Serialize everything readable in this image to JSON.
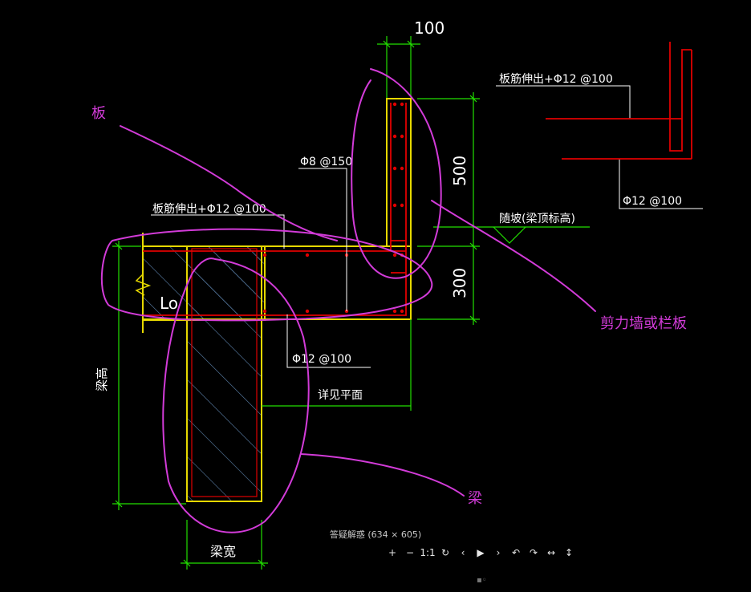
{
  "colors": {
    "background": "#000000",
    "green": "#22e000",
    "yellow": "#e6d800",
    "red": "#e00000",
    "white": "#ffffff",
    "annotation": "#d23bd8",
    "hatch": "#5a7fa8"
  },
  "drawing": {
    "dim_top": "100",
    "dim_500": "500",
    "dim_300": "300",
    "label_phi8": "Φ8 @150",
    "label_slab_rebar_left": "板筋伸出+Φ12 @100",
    "label_slab_rebar_right": "板筋伸出+Φ12 @100",
    "label_phi12_right": "Φ12 @100",
    "label_phi12_bottom": "Φ12 @100",
    "label_elevation": "随坡(梁顶标高)",
    "label_detail": "详见平面",
    "label_lo": "Lo",
    "label_beam_height": "梁高",
    "label_beam_width": "梁宽"
  },
  "annotations": {
    "slab": "板",
    "wall": "剪力墙或栏板",
    "beam": "梁"
  },
  "viewer": {
    "caption": "答疑解惑 (634 × 605)",
    "toolbar": [
      {
        "name": "zoom-in",
        "glyph": "+"
      },
      {
        "name": "zoom-out",
        "glyph": "−"
      },
      {
        "name": "actual-size",
        "glyph": "1:1"
      },
      {
        "name": "reset",
        "glyph": "↻"
      },
      {
        "name": "prev",
        "glyph": "‹"
      },
      {
        "name": "play",
        "glyph": "▶"
      },
      {
        "name": "next",
        "glyph": "›"
      },
      {
        "name": "rotate-left",
        "glyph": "↶"
      },
      {
        "name": "rotate-right",
        "glyph": "↷"
      },
      {
        "name": "flip-horizontal",
        "glyph": "↔"
      },
      {
        "name": "flip-vertical",
        "glyph": "↕"
      }
    ]
  }
}
